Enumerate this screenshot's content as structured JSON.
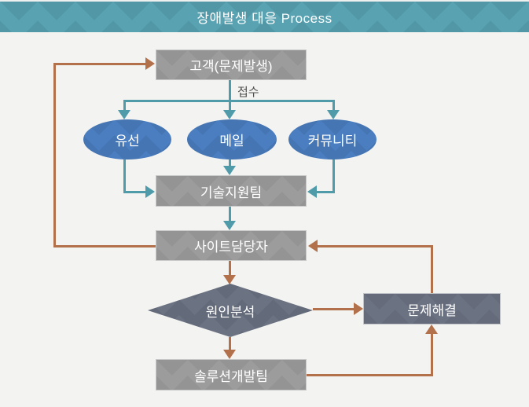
{
  "header": {
    "title": "장애발생 대응 Process"
  },
  "flowchart": {
    "nodes": {
      "customer": {
        "label": "고객(문제발생)",
        "shape": "rectangle",
        "fill": "#9c9c9c"
      },
      "phone": {
        "label": "유선",
        "shape": "ellipse",
        "fill": "#4a7ec0"
      },
      "mail": {
        "label": "메일",
        "shape": "ellipse",
        "fill": "#4a7ec0"
      },
      "community": {
        "label": "커뮤니티",
        "shape": "ellipse",
        "fill": "#4a7ec0"
      },
      "tech_support": {
        "label": "기술지원팀",
        "shape": "rectangle",
        "fill": "#9c9c9c"
      },
      "site_manager": {
        "label": "사이트담당자",
        "shape": "rectangle",
        "fill": "#9c9c9c"
      },
      "cause_analysis": {
        "label": "원인분석",
        "shape": "diamond",
        "fill": "#6b7282"
      },
      "problem_resolve": {
        "label": "문제해결",
        "shape": "rectangle",
        "fill": "#6b7282"
      },
      "solution_dev": {
        "label": "솔루션개발팀",
        "shape": "rectangle",
        "fill": "#9c9c9c"
      }
    },
    "edge_labels": {
      "receipt": "접수"
    },
    "edges": [
      {
        "from": "customer",
        "to": "phone",
        "color": "teal",
        "label": "접수"
      },
      {
        "from": "customer",
        "to": "mail",
        "color": "teal",
        "label": "접수"
      },
      {
        "from": "customer",
        "to": "community",
        "color": "teal",
        "label": "접수"
      },
      {
        "from": "phone",
        "to": "tech_support",
        "color": "teal"
      },
      {
        "from": "mail",
        "to": "tech_support",
        "color": "teal"
      },
      {
        "from": "community",
        "to": "tech_support",
        "color": "teal"
      },
      {
        "from": "tech_support",
        "to": "site_manager",
        "color": "teal"
      },
      {
        "from": "site_manager",
        "to": "customer",
        "color": "orange"
      },
      {
        "from": "site_manager",
        "to": "cause_analysis",
        "color": "orange"
      },
      {
        "from": "cause_analysis",
        "to": "problem_resolve",
        "color": "orange"
      },
      {
        "from": "cause_analysis",
        "to": "solution_dev",
        "color": "orange"
      },
      {
        "from": "solution_dev",
        "to": "problem_resolve",
        "color": "orange"
      },
      {
        "from": "problem_resolve",
        "to": "site_manager",
        "color": "orange"
      }
    ],
    "colors": {
      "header_bg": "#58a2b2",
      "page_bg": "#f3f3f1",
      "gray_node": "#9c9c9c",
      "blue_node": "#4a7ec0",
      "slate_node": "#6b7282",
      "teal_arrow": "#4f9baa",
      "orange_arrow": "#b3714b",
      "node_text": "#ffffff",
      "edge_label_text": "#4f4f4f"
    }
  }
}
